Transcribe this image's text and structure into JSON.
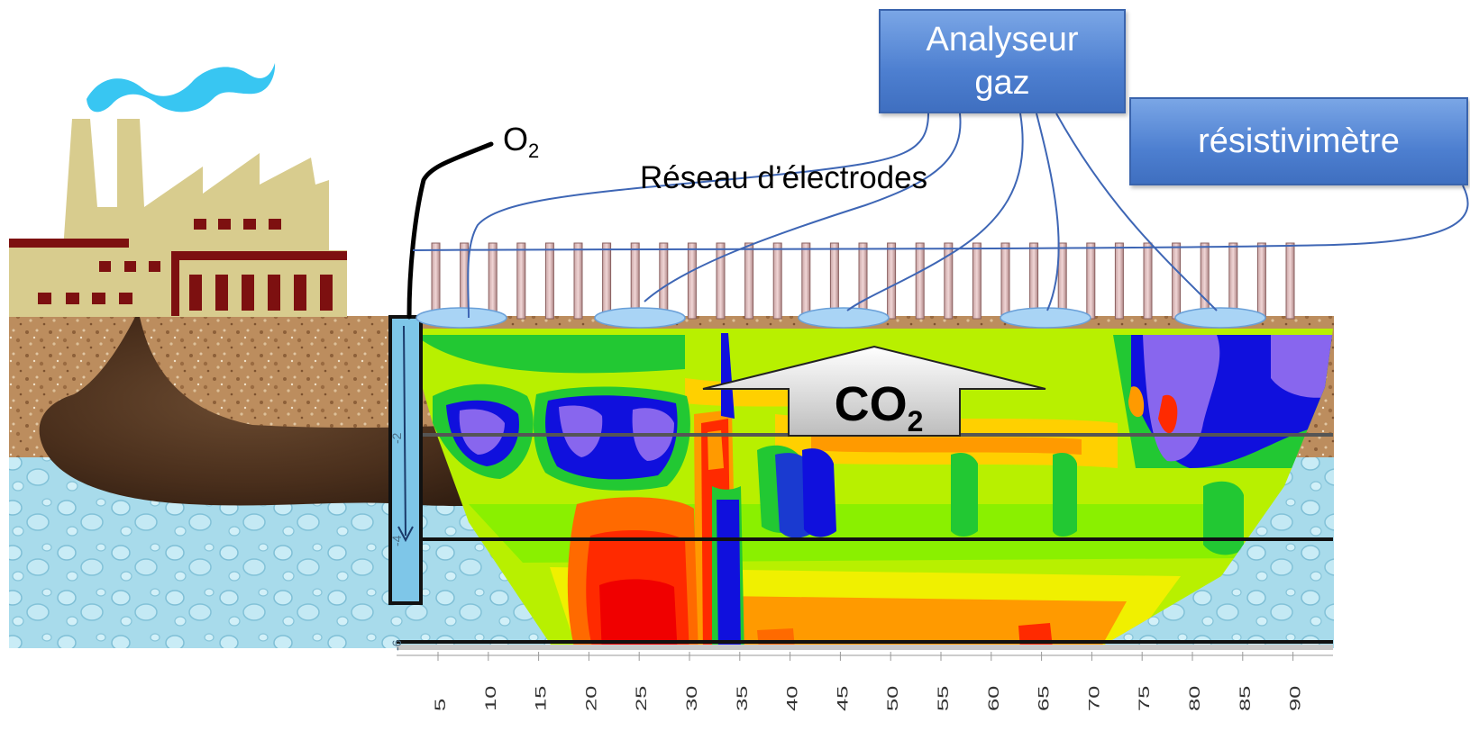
{
  "labels": {
    "gas_analyzer_line1": "Analyseur",
    "gas_analyzer_line2": "gaz",
    "resistivimeter": "résistivimètre",
    "electrode_network": "Réseau d’électrodes",
    "oxygen_main": "O",
    "oxygen_sub": "2",
    "co2_main": "CO",
    "co2_sub": "2"
  },
  "axis": {
    "x_ticks": [
      "5",
      "10",
      "15",
      "20",
      "25",
      "30",
      "35",
      "40",
      "45",
      "50",
      "55",
      "60",
      "65",
      "70",
      "75",
      "80",
      "85",
      "90"
    ],
    "y_ticks": [
      "-2",
      "-4",
      "-6"
    ]
  },
  "colors": {
    "analyzer_box": "#4d7fd0",
    "soil": "#b98a5c",
    "groundwater": "#a9dcec",
    "factory": "#d8cc8e",
    "factory_trim": "#7d1010",
    "smoke": "#38c6f2",
    "plume": "#4a2f1c",
    "high_resistivity": "#1010dd",
    "low_resistivity": "#e01010",
    "mid_resistivity": "#b8f000"
  }
}
